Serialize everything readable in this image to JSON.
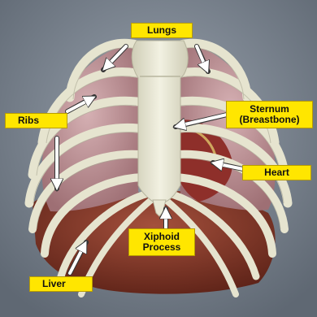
{
  "labels": {
    "lungs": "Lungs",
    "sternum_line1": "Sternum",
    "sternum_line2": "(Breastbone)",
    "ribs": "Ribs",
    "heart": "Heart",
    "xiphoid_line1": "Xiphoid",
    "xiphoid_line2": "Process",
    "liver": "Liver"
  },
  "colors": {
    "background": "#7c8694",
    "label_fill": "#ffe600",
    "bone": "#e9e8d4",
    "lung": "#c39a9e",
    "liver": "#8c3a2a",
    "arrow": "#ffffff"
  }
}
